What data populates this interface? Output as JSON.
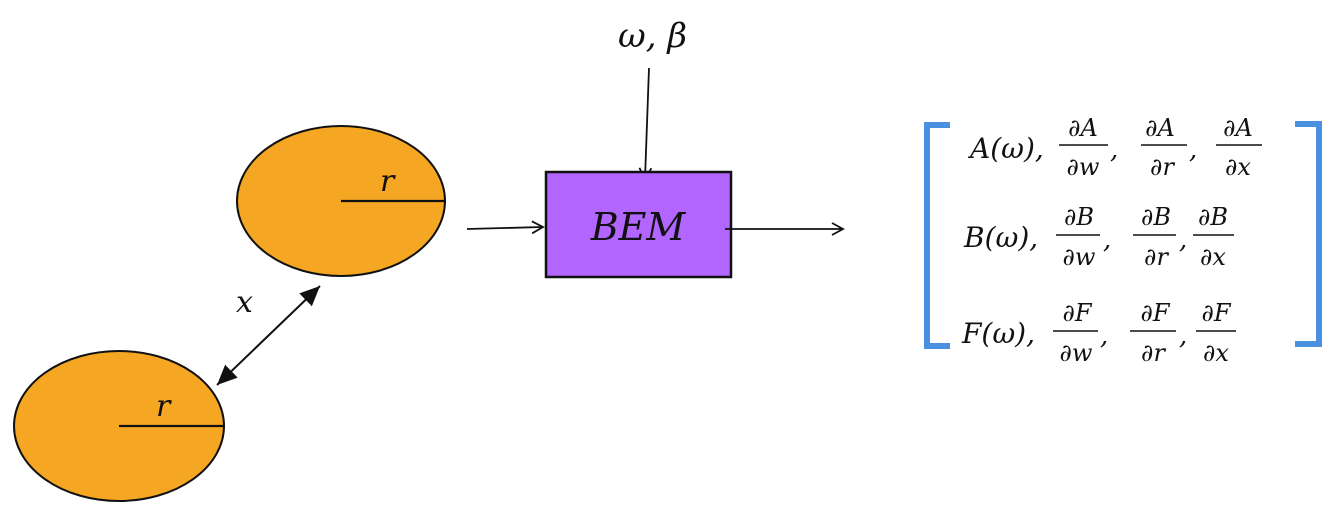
{
  "diagram": {
    "colors": {
      "body_fill": "#F5A623",
      "box_fill": "#B366FF",
      "bracket": "#4A8FE0",
      "stroke": "#111111"
    },
    "bodies": [
      {
        "id": "upper-body",
        "radius_label": "r"
      },
      {
        "id": "lower-body",
        "radius_label": "r"
      }
    ],
    "distance_label": "x",
    "inputs_label": "ω, β",
    "block_label": "BEM",
    "output_matrix": {
      "rows": [
        {
          "lead": "A(ω),",
          "derivs": [
            {
              "num": "∂A",
              "den": "∂w"
            },
            {
              "num": "∂A",
              "den": "∂r"
            },
            {
              "num": "∂A",
              "den": "∂x"
            }
          ]
        },
        {
          "lead": "B(ω),",
          "derivs": [
            {
              "num": "∂B",
              "den": "∂w"
            },
            {
              "num": "∂B",
              "den": "∂r"
            },
            {
              "num": "∂B",
              "den": "∂x"
            }
          ]
        },
        {
          "lead": "F(ω),",
          "derivs": [
            {
              "num": "∂F",
              "den": "∂w"
            },
            {
              "num": "∂F",
              "den": "∂r"
            },
            {
              "num": "∂F",
              "den": "∂x"
            }
          ]
        }
      ]
    }
  }
}
